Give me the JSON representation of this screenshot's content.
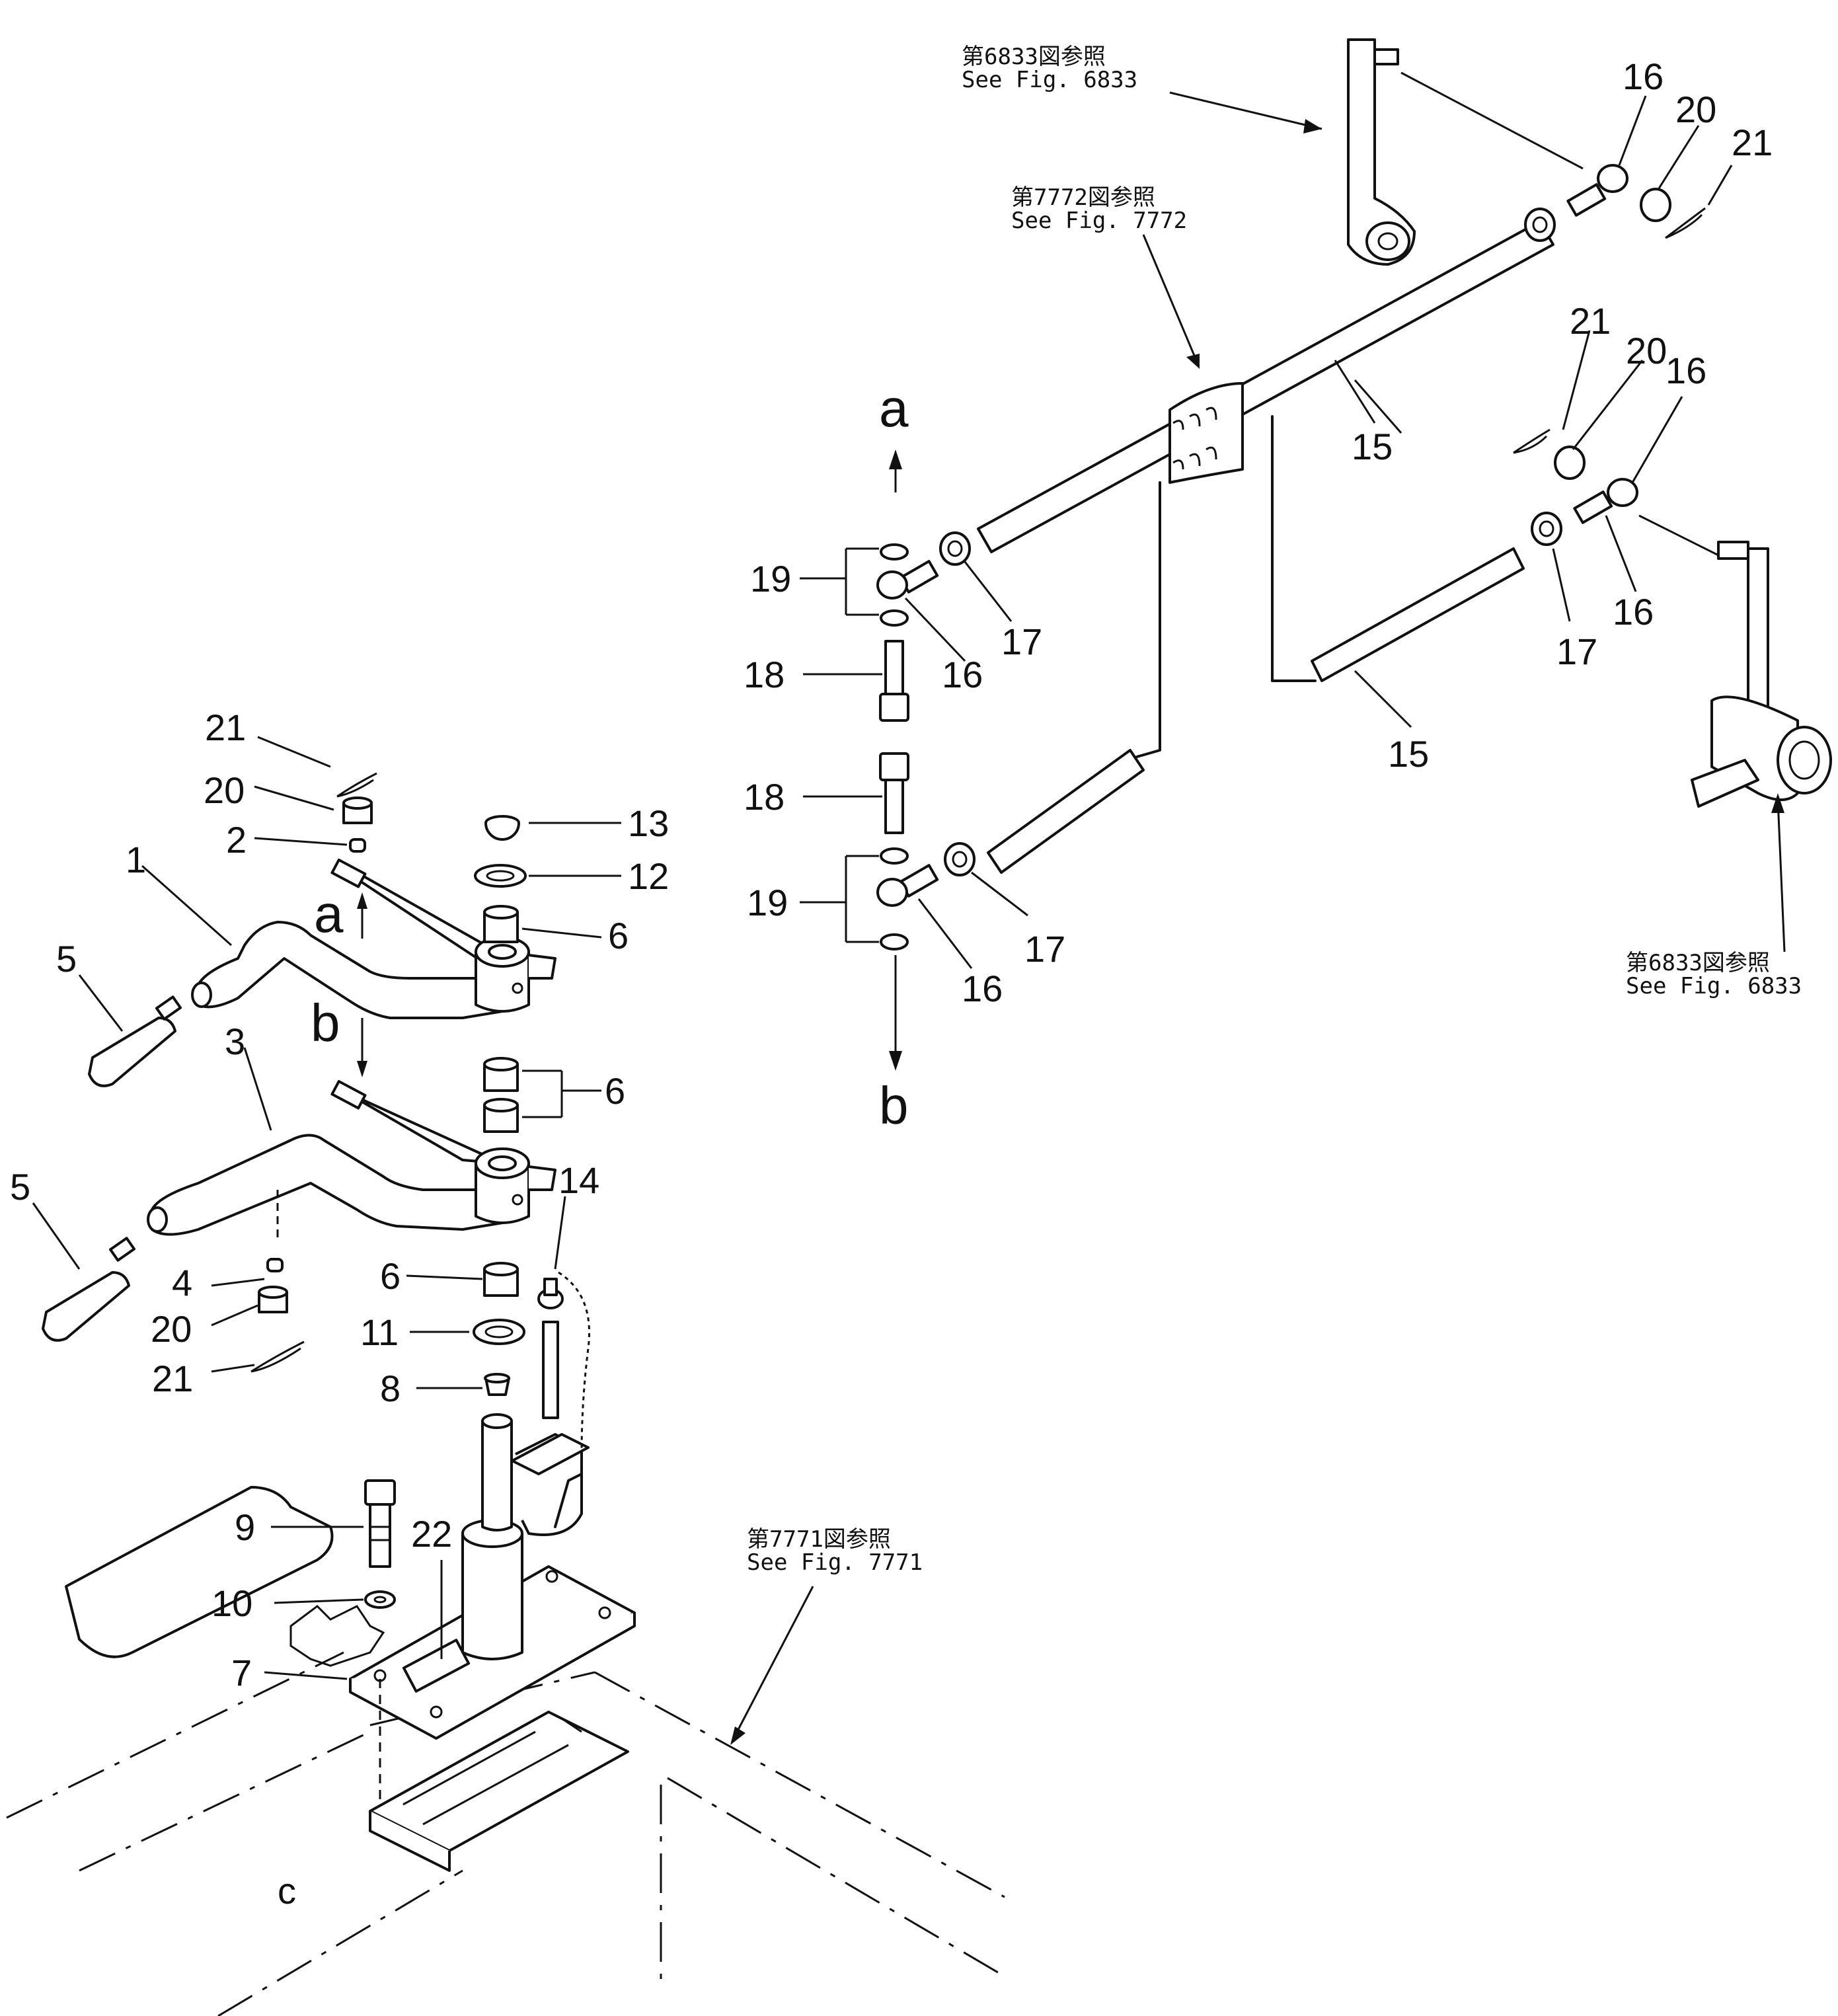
{
  "references": {
    "fig6833_top": {
      "jp": "第6833図参照",
      "en": "See Fig. 6833"
    },
    "fig7772": {
      "jp": "第7772図参照",
      "en": "See Fig. 7772"
    },
    "fig6833_right": {
      "jp": "第6833図参照",
      "en": "See Fig. 6833"
    },
    "fig7771": {
      "jp": "第7771図参照",
      "en": "See Fig. 7771"
    }
  },
  "connectors": {
    "a_top": "a",
    "b_bottom": "b",
    "a_left": "a",
    "b_left": "b"
  },
  "callouts": {
    "n1": "1",
    "n2": "2",
    "n3": "3",
    "n4": "4",
    "n5a": "5",
    "n5b": "5",
    "n6a": "6",
    "n6b": "6",
    "n6c": "6",
    "n7": "7",
    "n8": "8",
    "n9": "9",
    "n10": "10",
    "n11": "11",
    "n12": "12",
    "n13": "13",
    "n14": "14",
    "n15a": "15",
    "n15b": "15",
    "n16a": "16",
    "n16b": "16",
    "n16c": "16",
    "n16d": "16",
    "n16e": "16",
    "n17a": "17",
    "n17b": "17",
    "n17c": "17",
    "n18a": "18",
    "n18b": "18",
    "n19a": "19",
    "n19b": "19",
    "n20a": "20",
    "n20b": "20",
    "n20c": "20",
    "n20d": "20",
    "n21a": "21",
    "n21b": "21",
    "n21c": "21",
    "n21d": "21",
    "n22": "22"
  }
}
